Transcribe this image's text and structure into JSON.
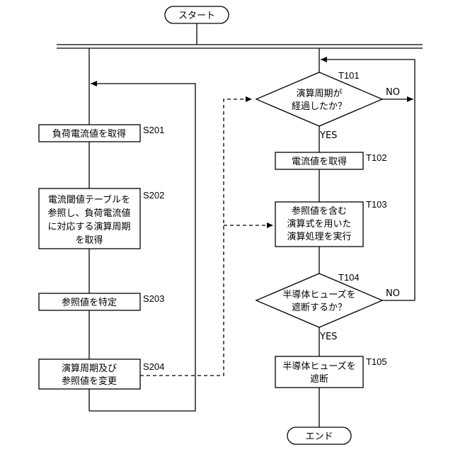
{
  "terminals": {
    "start": "スタート",
    "end": "エンド"
  },
  "left_flow": {
    "s201": {
      "id": "S201",
      "lines": [
        "負荷電流値を取得"
      ]
    },
    "s202": {
      "id": "S202",
      "lines": [
        "電流閾値テーブルを",
        "参照し、負荷電流値",
        "に対応する演算周期",
        "を取得"
      ]
    },
    "s203": {
      "id": "S203",
      "lines": [
        "参照値を特定"
      ]
    },
    "s204": {
      "id": "S204",
      "lines": [
        "演算周期及び",
        "参照値を変更"
      ]
    }
  },
  "right_flow": {
    "t101": {
      "id": "T101",
      "lines": [
        "演算周期が",
        "経過したか？"
      ],
      "yes": "YES",
      "no": "NO"
    },
    "t102": {
      "id": "T102",
      "lines": [
        "電流値を取得"
      ]
    },
    "t103": {
      "id": "T103",
      "lines": [
        "参照値を含む",
        "演算式を用いた",
        "演算処理を実行"
      ]
    },
    "t104": {
      "id": "T104",
      "lines": [
        "半導体ヒューズを",
        "遮断するか？"
      ],
      "yes": "YES",
      "no": "NO"
    },
    "t105": {
      "id": "T105",
      "lines": [
        "半導体ヒューズを",
        "遮断"
      ]
    }
  }
}
